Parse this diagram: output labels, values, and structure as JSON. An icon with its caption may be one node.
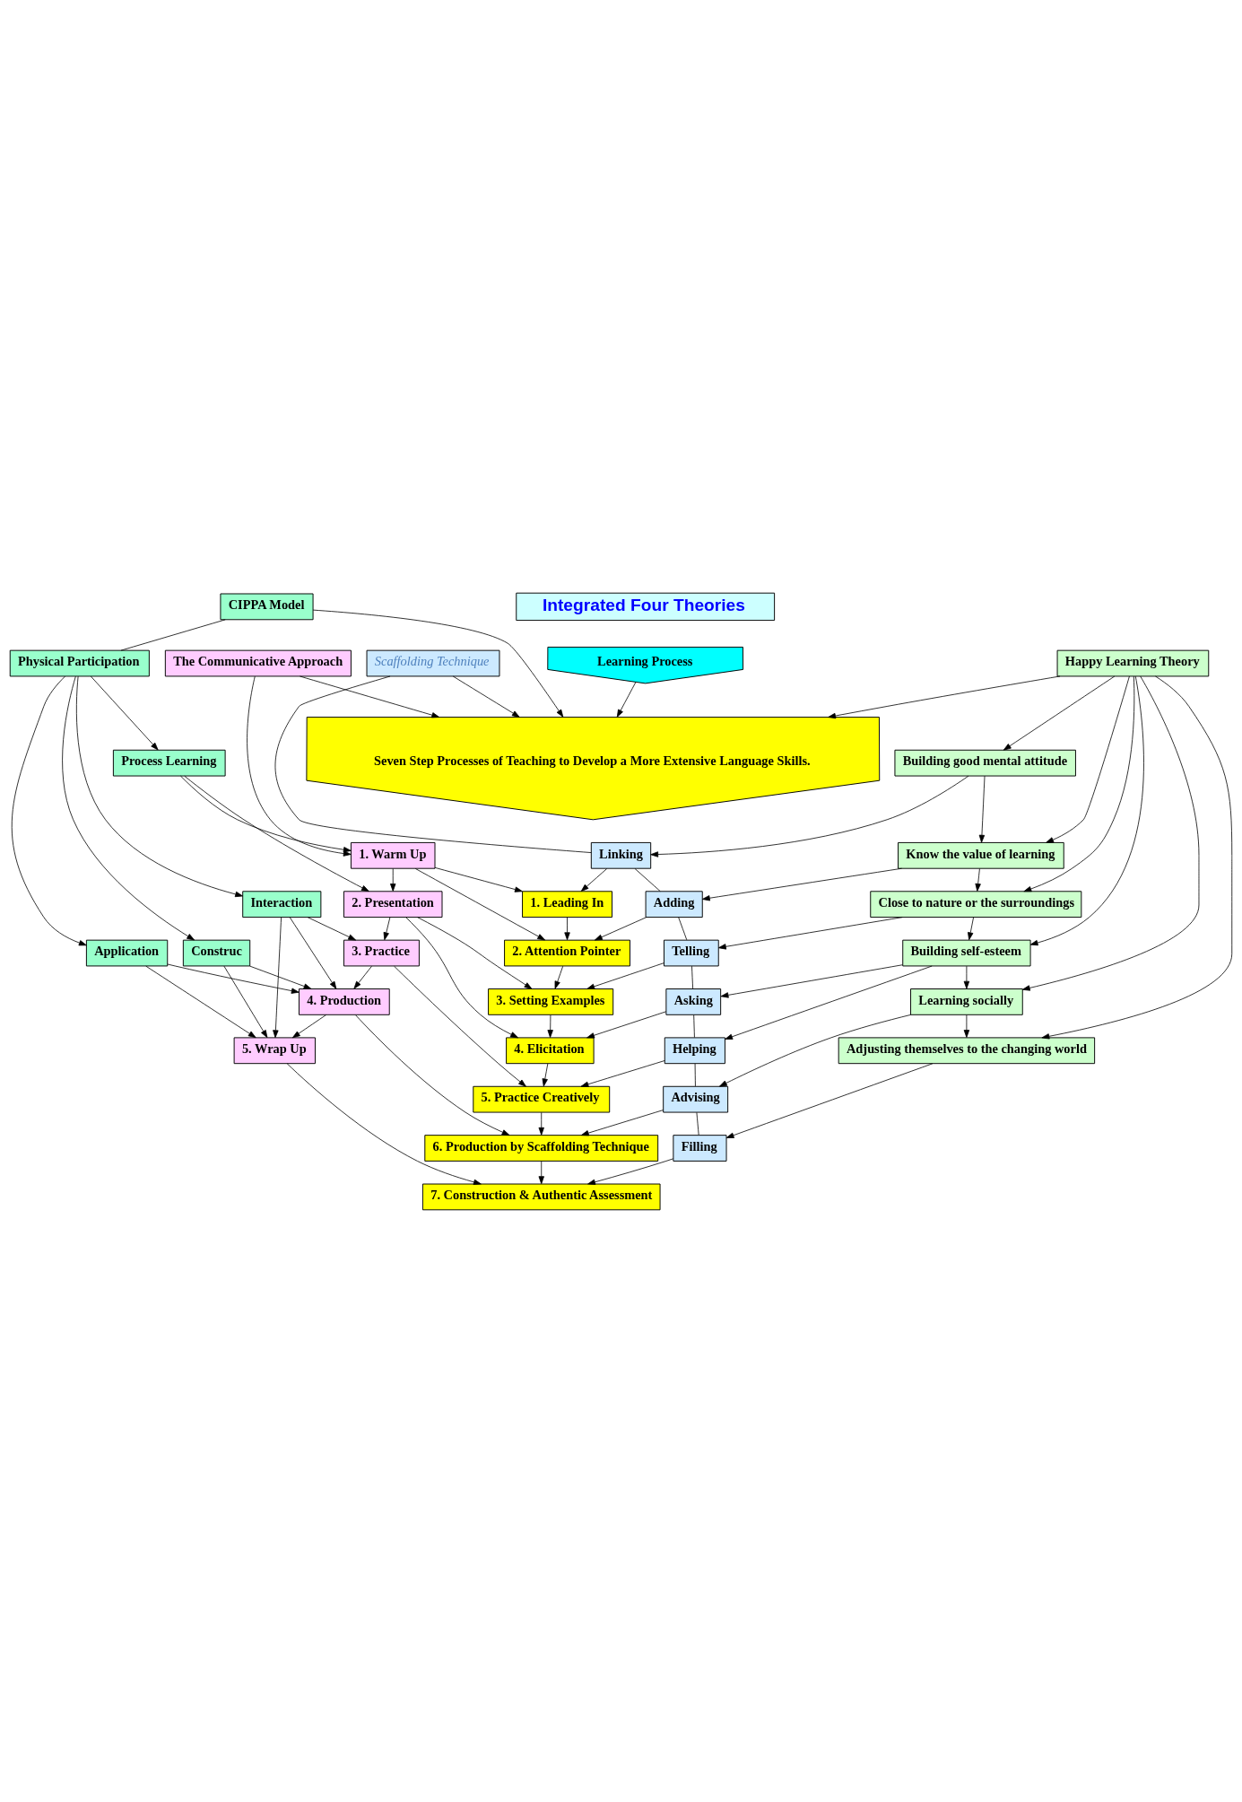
{
  "diagram": {
    "nodes": [
      {
        "text": [
          "Integrated Four Theories"
        ]
      },
      {
        "text": [
          "Learning Process"
        ]
      },
      {
        "text": [
          "Seven Step Processes of Teaching to Develop a More Extensive Language Skills."
        ]
      },
      {
        "text": [
          "CIPPA Model"
        ]
      },
      {
        "text": [
          "Happy Learning Theory"
        ]
      },
      {
        "text": [
          "The Communicative Approach"
        ]
      },
      {
        "text": [
          "Scaffolding Technique"
        ]
      },
      {
        "text": [
          "Physical Participation"
        ]
      },
      {
        "text": [
          "Process Learning"
        ]
      },
      {
        "text": [
          "Interaction"
        ]
      },
      {
        "text": [
          "Application"
        ]
      },
      {
        "text": [
          "Construc"
        ]
      },
      {
        "text": [
          "1. Warm Up"
        ]
      },
      {
        "text": [
          "2. Presentation"
        ]
      },
      {
        "text": [
          "3. Practice"
        ]
      },
      {
        "text": [
          "4. Production"
        ]
      },
      {
        "text": [
          "5. Wrap Up"
        ]
      },
      {
        "text": [
          "1. Leading In"
        ]
      },
      {
        "text": [
          "2. Attention Pointer"
        ]
      },
      {
        "text": [
          "3. Setting Examples"
        ]
      },
      {
        "text": [
          "4. Elicitation"
        ]
      },
      {
        "text": [
          "5. Practice Creatively"
        ]
      },
      {
        "text": [
          "6. Production by Scaffolding Technique"
        ]
      },
      {
        "text": [
          "7. Construction & Authentic Assessment"
        ]
      },
      {
        "text": [
          "Linking"
        ]
      },
      {
        "text": [
          "Adding"
        ]
      },
      {
        "text": [
          "Telling"
        ]
      },
      {
        "text": [
          "Asking"
        ]
      },
      {
        "text": [
          "Helping"
        ]
      },
      {
        "text": [
          "Advising"
        ]
      },
      {
        "text": [
          "Filling"
        ]
      },
      {
        "text": [
          "Building good mental attitude"
        ]
      },
      {
        "text": [
          "Know the value of learning"
        ]
      },
      {
        "text": [
          "Close to nature or the surroundings"
        ]
      },
      {
        "text": [
          "Building self-esteem"
        ]
      },
      {
        "text": [
          "Learning socially"
        ]
      },
      {
        "text": [
          "Adjusting themselves to the changing world"
        ]
      }
    ],
    "edges": [
      {
        "from": 1,
        "to": 2,
        "arrow": "to"
      },
      {
        "from": 3,
        "to": 2,
        "arrow": "to"
      },
      {
        "from": 4,
        "to": 2,
        "arrow": "to"
      },
      {
        "from": 5,
        "to": 2,
        "arrow": "to"
      },
      {
        "from": 6,
        "to": 2,
        "arrow": "to"
      },
      {
        "from": 3,
        "to": 7,
        "arrow": "none"
      },
      {
        "from": 7,
        "to": 8,
        "arrow": "to"
      },
      {
        "from": 7,
        "to": 9,
        "arrow": "to"
      },
      {
        "from": 7,
        "to": 10,
        "arrow": "to"
      },
      {
        "from": 7,
        "to": 11,
        "arrow": "to"
      },
      {
        "from": 5,
        "to": 12,
        "arrow": "to"
      },
      {
        "from": 8,
        "to": 12,
        "arrow": "to"
      },
      {
        "from": 8,
        "to": 13,
        "arrow": "to"
      },
      {
        "from": 9,
        "to": 14,
        "arrow": "to"
      },
      {
        "from": 9,
        "to": 15,
        "arrow": "to"
      },
      {
        "from": 9,
        "to": 16,
        "arrow": "to"
      },
      {
        "from": 10,
        "to": 15,
        "arrow": "to"
      },
      {
        "from": 10,
        "to": 16,
        "arrow": "to"
      },
      {
        "from": 11,
        "to": 15,
        "arrow": "to"
      },
      {
        "from": 11,
        "to": 16,
        "arrow": "to"
      },
      {
        "from": 12,
        "to": 13,
        "arrow": "to"
      },
      {
        "from": 13,
        "to": 14,
        "arrow": "to"
      },
      {
        "from": 14,
        "to": 15,
        "arrow": "to"
      },
      {
        "from": 15,
        "to": 16,
        "arrow": "to"
      },
      {
        "from": 12,
        "to": 17,
        "arrow": "to"
      },
      {
        "from": 12,
        "to": 18,
        "arrow": "to"
      },
      {
        "from": 13,
        "to": 19,
        "arrow": "to"
      },
      {
        "from": 13,
        "to": 20,
        "arrow": "to"
      },
      {
        "from": 14,
        "to": 21,
        "arrow": "to"
      },
      {
        "from": 15,
        "to": 22,
        "arrow": "to"
      },
      {
        "from": 16,
        "to": 23,
        "arrow": "to"
      },
      {
        "from": 17,
        "to": 18,
        "arrow": "to"
      },
      {
        "from": 18,
        "to": 19,
        "arrow": "to"
      },
      {
        "from": 19,
        "to": 20,
        "arrow": "to"
      },
      {
        "from": 20,
        "to": 21,
        "arrow": "to"
      },
      {
        "from": 21,
        "to": 22,
        "arrow": "to"
      },
      {
        "from": 22,
        "to": 23,
        "arrow": "to"
      },
      {
        "from": 6,
        "to": 24,
        "arrow": "none"
      },
      {
        "from": 24,
        "to": 25,
        "arrow": "none"
      },
      {
        "from": 25,
        "to": 26,
        "arrow": "none"
      },
      {
        "from": 26,
        "to": 27,
        "arrow": "none"
      },
      {
        "from": 27,
        "to": 28,
        "arrow": "none"
      },
      {
        "from": 28,
        "to": 29,
        "arrow": "none"
      },
      {
        "from": 29,
        "to": 30,
        "arrow": "none"
      },
      {
        "from": 24,
        "to": 17,
        "arrow": "to"
      },
      {
        "from": 25,
        "to": 18,
        "arrow": "to"
      },
      {
        "from": 26,
        "to": 19,
        "arrow": "to"
      },
      {
        "from": 27,
        "to": 20,
        "arrow": "to"
      },
      {
        "from": 28,
        "to": 21,
        "arrow": "to"
      },
      {
        "from": 29,
        "to": 22,
        "arrow": "to"
      },
      {
        "from": 30,
        "to": 23,
        "arrow": "to"
      },
      {
        "from": 31,
        "to": 24,
        "arrow": "to"
      },
      {
        "from": 32,
        "to": 25,
        "arrow": "to"
      },
      {
        "from": 33,
        "to": 26,
        "arrow": "to"
      },
      {
        "from": 34,
        "to": 27,
        "arrow": "to"
      },
      {
        "from": 34,
        "to": 28,
        "arrow": "to"
      },
      {
        "from": 35,
        "to": 29,
        "arrow": "to"
      },
      {
        "from": 36,
        "to": 30,
        "arrow": "to"
      },
      {
        "from": 31,
        "to": 32,
        "arrow": "to"
      },
      {
        "from": 32,
        "to": 33,
        "arrow": "to"
      },
      {
        "from": 33,
        "to": 34,
        "arrow": "to"
      },
      {
        "from": 34,
        "to": 35,
        "arrow": "to"
      },
      {
        "from": 35,
        "to": 36,
        "arrow": "to"
      },
      {
        "from": 4,
        "to": 31,
        "arrow": "to"
      },
      {
        "from": 4,
        "to": 32,
        "arrow": "to"
      },
      {
        "from": 4,
        "to": 33,
        "arrow": "to"
      },
      {
        "from": 4,
        "to": 34,
        "arrow": "to"
      },
      {
        "from": 4,
        "to": 35,
        "arrow": "to"
      },
      {
        "from": 4,
        "to": 36,
        "arrow": "to"
      }
    ]
  }
}
